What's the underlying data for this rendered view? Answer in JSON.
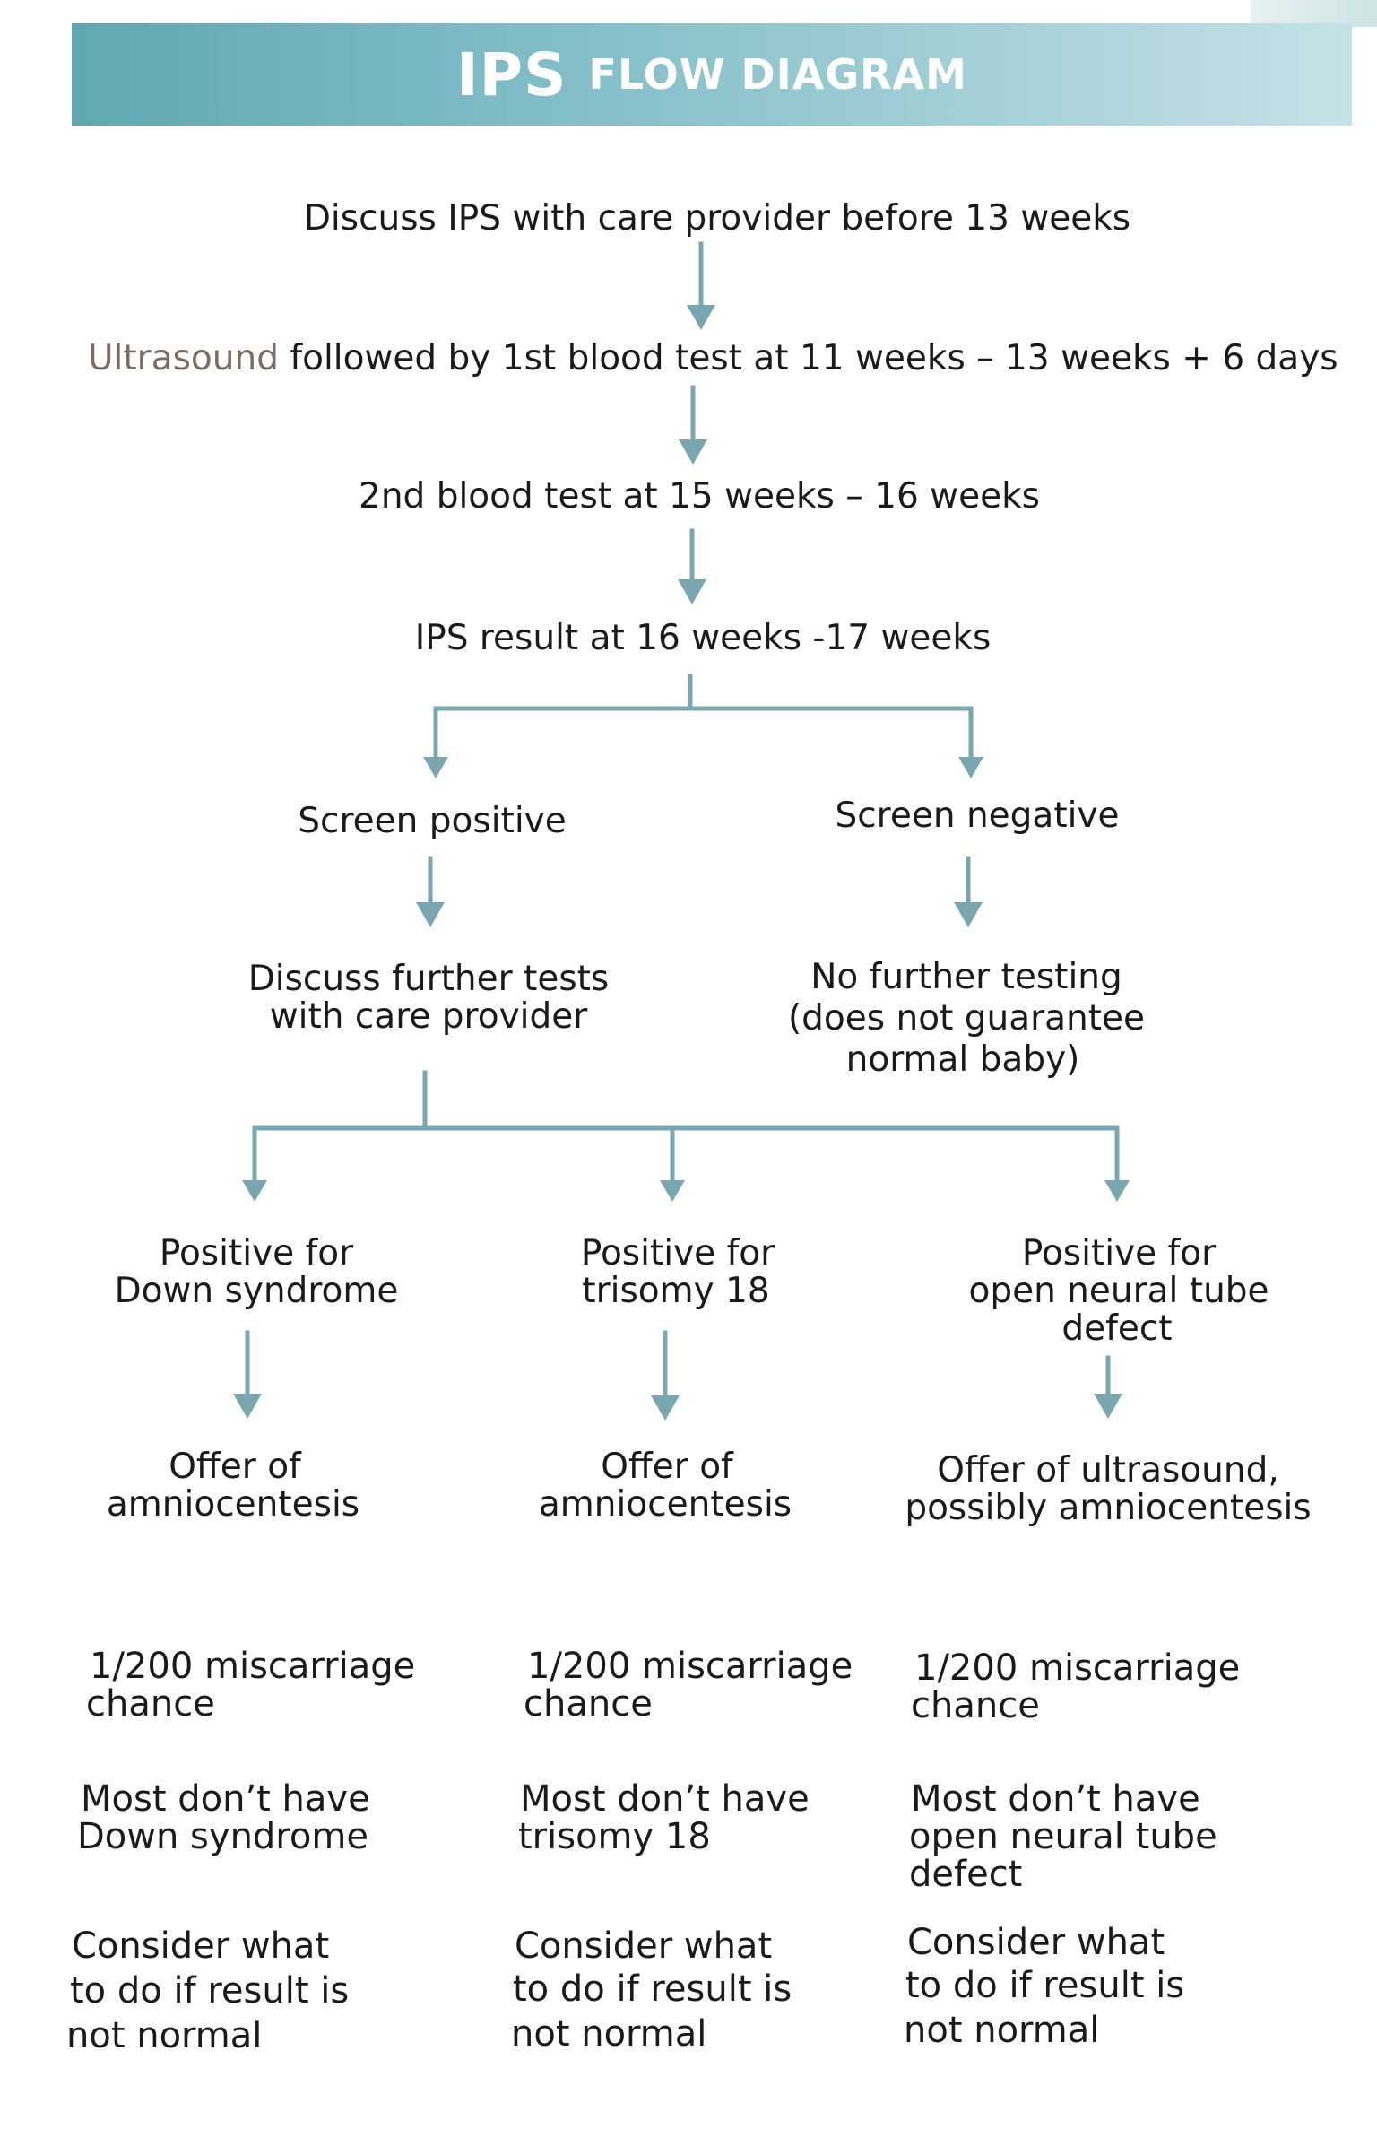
{
  "header": {
    "title_big": "IPS",
    "title_small": "FLOW DIAGRAM"
  },
  "steps": {
    "discuss": "Discuss IPS with care provider before 13 weeks",
    "ultrasound_word": "Ultrasound",
    "ultrasound_rest": " followed by 1st blood test at 11 weeks – 13 weeks + 6 days",
    "second_test": "2nd blood test at 15 weeks – 16 weeks",
    "result": "IPS result at 16 weeks -17 weeks"
  },
  "branches": {
    "positive": {
      "label": "Screen positive",
      "next": [
        "Discuss further tests",
        "with care provider"
      ]
    },
    "negative": {
      "label": "Screen negative",
      "next": [
        "No further testing",
        "(does not guarantee",
        "normal baby)"
      ]
    }
  },
  "outcomes": [
    {
      "heading": [
        "Positive for",
        "Down syndrome"
      ],
      "offer": [
        "Offer of",
        "amniocentesis"
      ],
      "chance": [
        "1/200 miscarriage",
        "chance"
      ],
      "most": [
        "Most don’t have",
        "Down syndrome"
      ],
      "consider": [
        "Consider what",
        "to do if result is",
        "not normal"
      ]
    },
    {
      "heading": [
        "Positive for",
        "trisomy 18"
      ],
      "offer": [
        "Offer of",
        "amniocentesis"
      ],
      "chance": [
        "1/200 miscarriage",
        "chance"
      ],
      "most": [
        "Most don’t have",
        "trisomy 18"
      ],
      "consider": [
        "Consider what",
        "to do if result is",
        "not normal"
      ]
    },
    {
      "heading": [
        "Positive for",
        "open neural tube",
        "defect"
      ],
      "offer": [
        "Offer of ultrasound,",
        "possibly amniocentesis"
      ],
      "chance": [
        "1/200 miscarriage",
        "chance"
      ],
      "most": [
        "Most don’t have",
        "open neural tube",
        "defect"
      ],
      "consider": [
        "Consider what",
        "to do if result is",
        "not normal"
      ]
    }
  ],
  "colors": {
    "banner": "#6fb1bd",
    "arrow": "#7aa6b0",
    "ultrasound_word": "#7a6d68"
  }
}
